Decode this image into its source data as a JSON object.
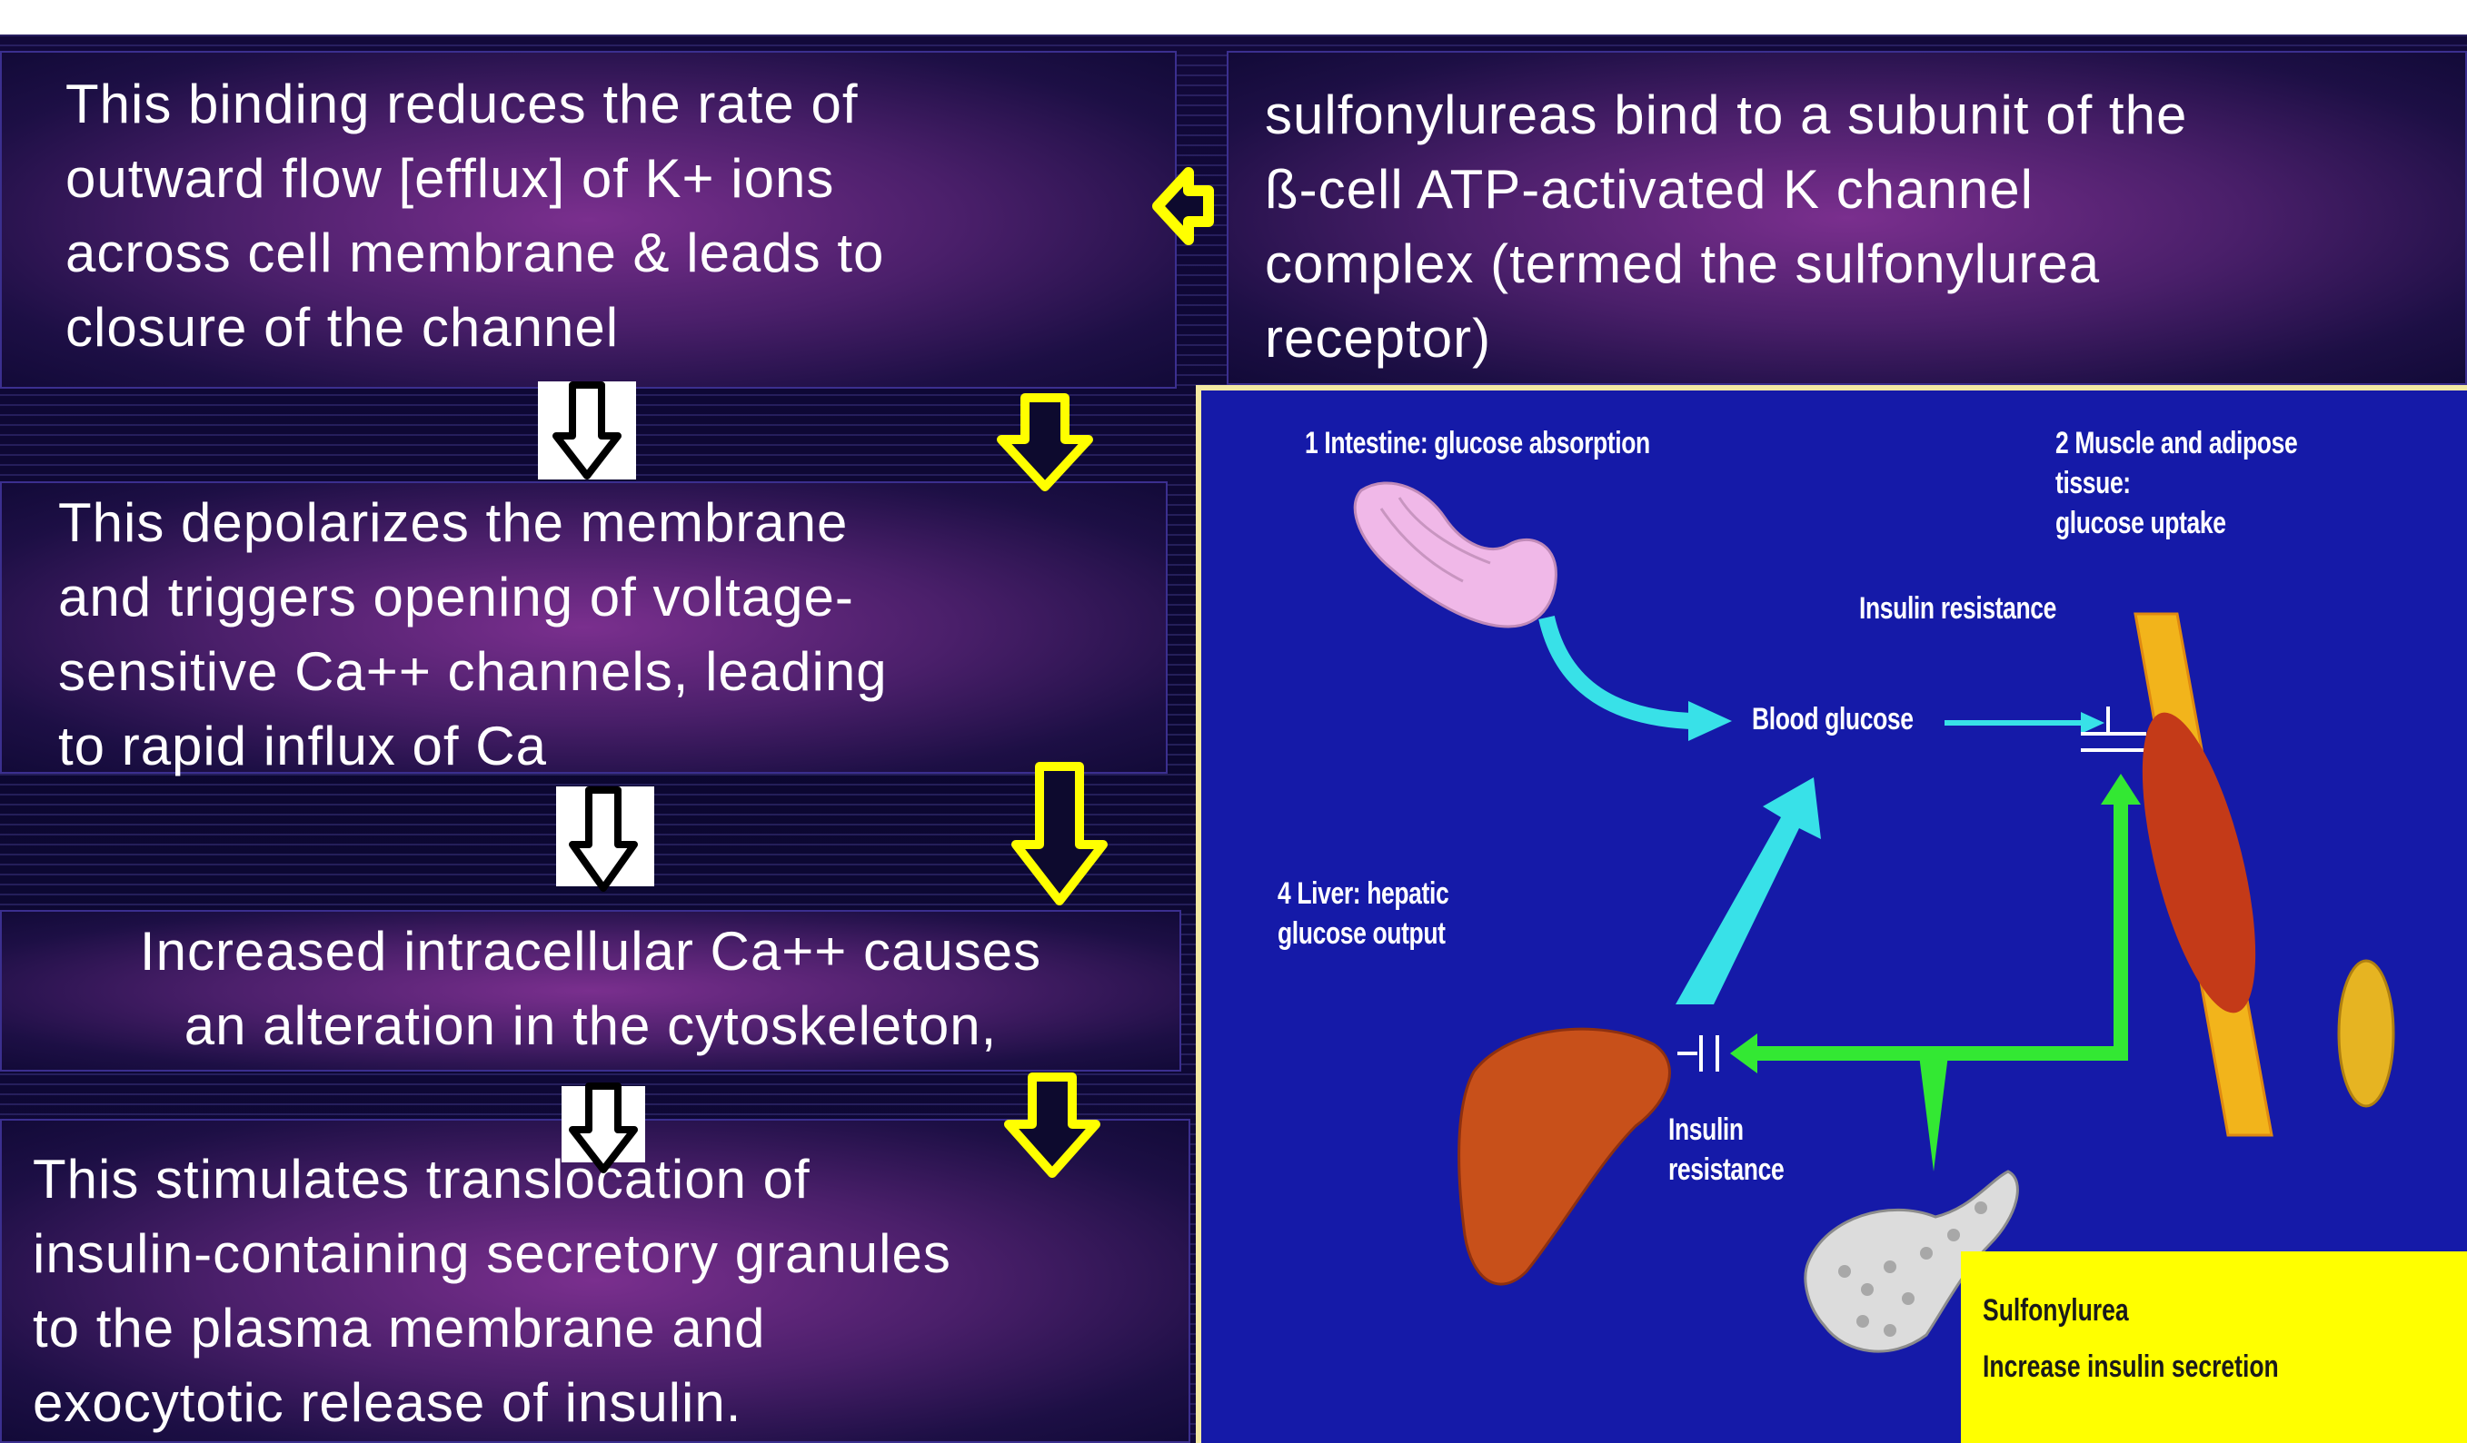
{
  "left_steps": {
    "step1": "This binding reduces the rate of\noutward flow [efflux] of K+ ions\nacross cell membrane & leads to\nclosure of the channel",
    "step2": "This depolarizes the membrane\nand triggers opening of voltage-\nsensitive Ca++ channels, leading\nto rapid influx of Ca",
    "step3": "Increased intracellular Ca++ causes\nan alteration in the cytoskeleton,",
    "step4": "This stimulates translocation of\ninsulin-containing secretory granules\nto the plasma membrane and\nexocytotic release of insulin."
  },
  "top_right": {
    "text": "sulfonylureas bind to a subunit of the\nß-cell ATP-activated K channel\ncomplex (termed the sulfonylurea\nreceptor)"
  },
  "figure": {
    "label_intestine": "1  Intestine: glucose absorption",
    "label_muscle": "2  Muscle and adipose tissue:\n    glucose uptake",
    "label_insulin_resistance_top": "Insulin resistance",
    "label_blood_glucose": "Blood glucose",
    "label_liver": "4  Liver: hepatic\n    glucose output",
    "label_insulin_resistance_liver": "Insulin\nresistance",
    "note_title": "Sulfonylurea",
    "note_text": "Increase insulin secretion"
  },
  "colors": {
    "box_purple": "#7a2f8e",
    "panel_blue": "#151aa8",
    "arrow_cyan": "#38e1e8",
    "arrow_green": "#33e833",
    "arrow_yellow": "#ffff00",
    "note_yellow": "#ffff00",
    "liver": "#c8501a",
    "intestine": "#f0b8e8"
  }
}
